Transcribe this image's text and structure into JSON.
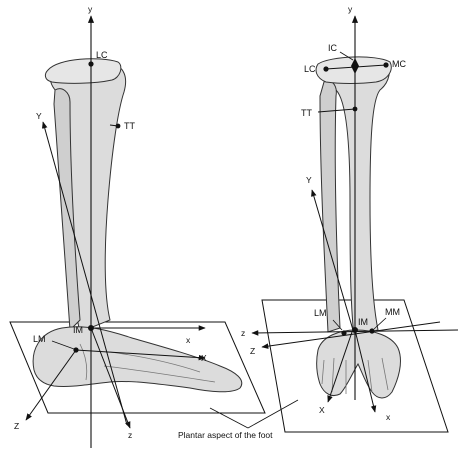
{
  "left_view": {
    "axes": {
      "y": "y",
      "x": "x",
      "z": "z",
      "Y": "Y",
      "X": "X",
      "Z": "Z"
    },
    "landmarks": {
      "lc": "LC",
      "tt": "TT",
      "im": "IM",
      "lm": "LM"
    }
  },
  "right_view": {
    "axes": {
      "y": "y",
      "x": "x",
      "z": "z",
      "Y": "Y",
      "X": "X",
      "Z": "Z"
    },
    "landmarks": {
      "ic": "IC",
      "lc": "LC",
      "mc": "MC",
      "tt": "TT",
      "lm": "LM",
      "im": "IM",
      "mm": "MM"
    }
  },
  "caption": "Plantar aspect of the foot",
  "colors": {
    "bone": "#dcdcdc",
    "bone_shade": "#bfbfbf",
    "line": "#111111",
    "background": "#ffffff"
  }
}
